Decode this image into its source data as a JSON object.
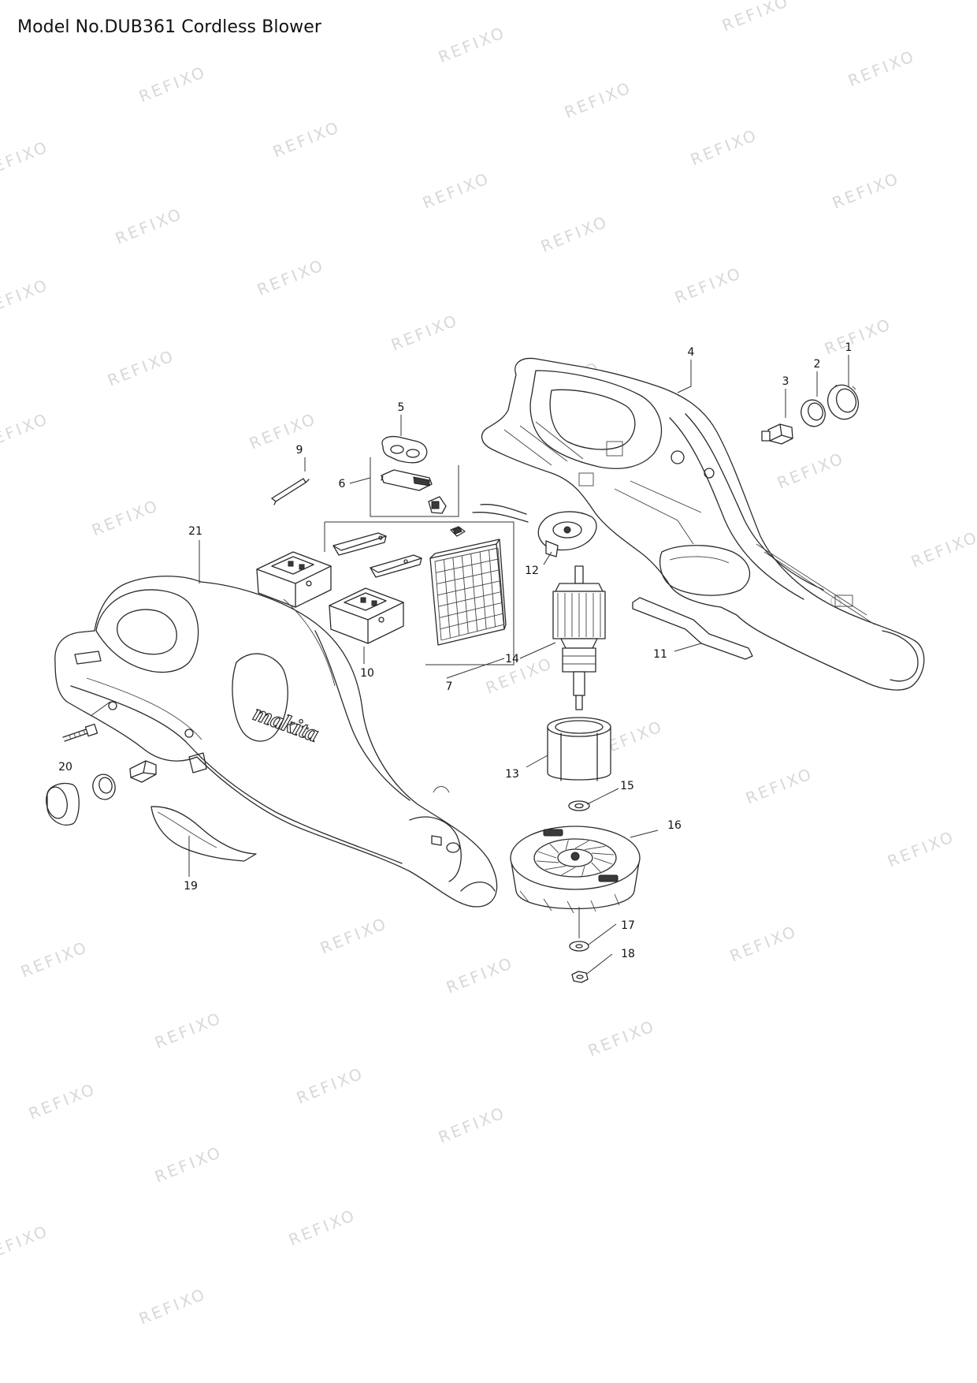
{
  "title": "Model No.DUB361 Cordless Blower",
  "watermark": "REFIXO",
  "housing_logo": "makita",
  "colors": {
    "ink": "#2a2a2a",
    "watermark": "#d8d8d8",
    "background": "#ffffff"
  },
  "parts": [
    {
      "id": "part-1",
      "number": "1"
    },
    {
      "id": "part-2",
      "number": "2"
    },
    {
      "id": "part-3",
      "number": "3"
    },
    {
      "id": "part-4",
      "number": "4"
    },
    {
      "id": "part-5",
      "number": "5"
    },
    {
      "id": "part-6",
      "number": "6"
    },
    {
      "id": "part-7",
      "number": "7"
    },
    {
      "id": "part-9",
      "number": "9"
    },
    {
      "id": "part-10",
      "number": "10"
    },
    {
      "id": "part-11",
      "number": "11"
    },
    {
      "id": "part-12",
      "number": "12"
    },
    {
      "id": "part-13",
      "number": "13"
    },
    {
      "id": "part-14",
      "number": "14"
    },
    {
      "id": "part-15",
      "number": "15"
    },
    {
      "id": "part-16",
      "number": "16"
    },
    {
      "id": "part-17",
      "number": "17"
    },
    {
      "id": "part-18",
      "number": "18"
    },
    {
      "id": "part-19",
      "number": "19"
    },
    {
      "id": "part-20",
      "number": "20"
    },
    {
      "id": "part-21",
      "number": "21"
    }
  ]
}
